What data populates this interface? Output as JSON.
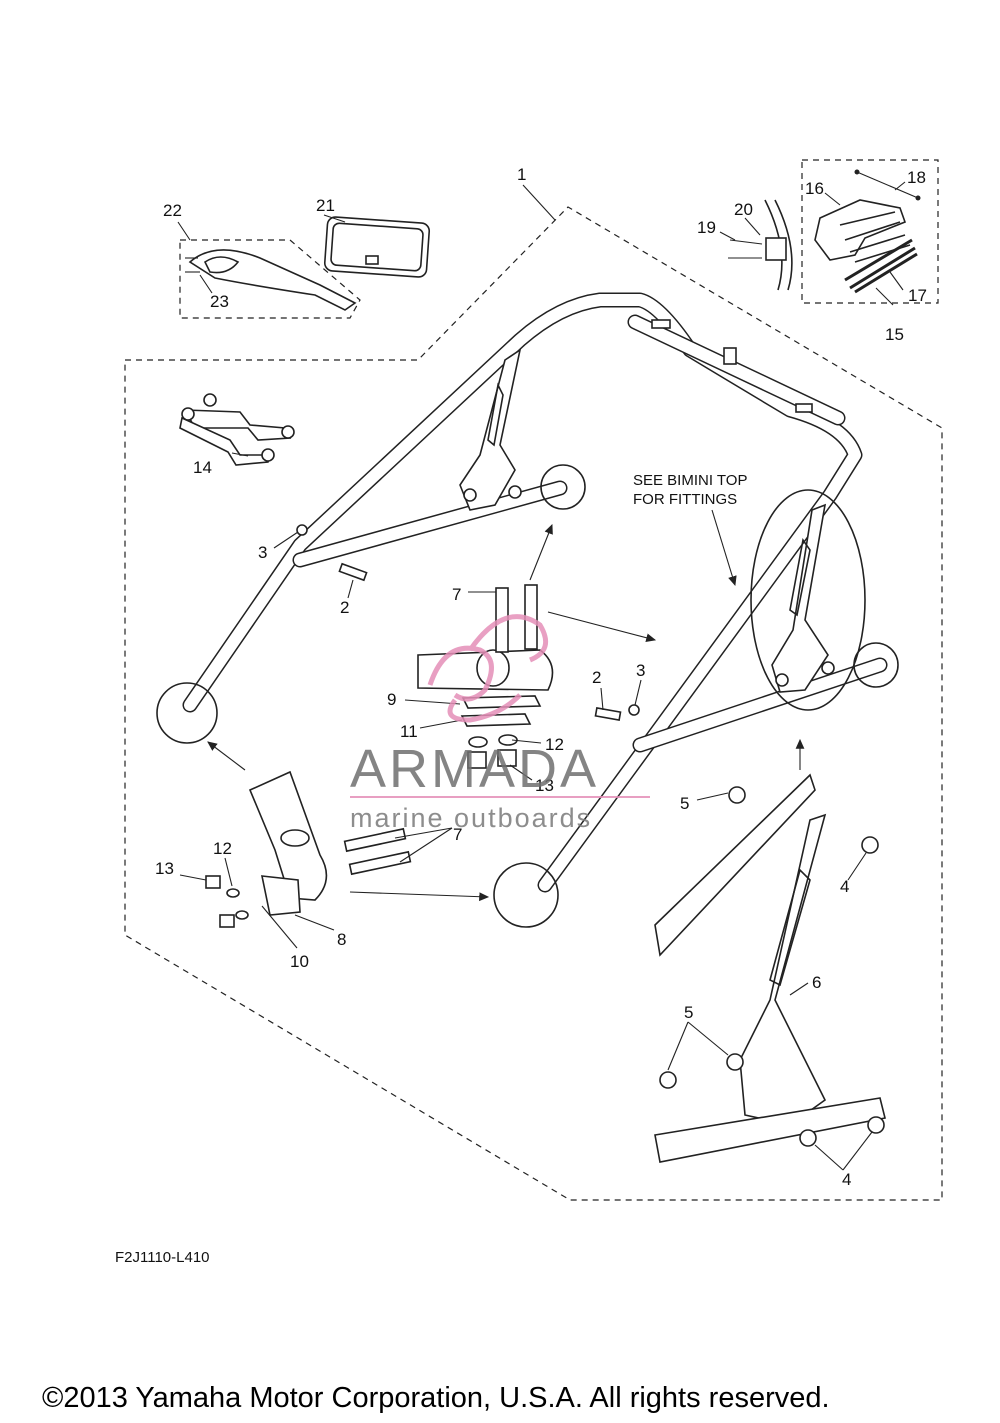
{
  "diagram": {
    "callouts": [
      "1",
      "2",
      "2",
      "3",
      "3",
      "4",
      "4",
      "5",
      "5",
      "6",
      "7",
      "7",
      "8",
      "9",
      "10",
      "11",
      "12",
      "12",
      "13",
      "13",
      "14",
      "15",
      "16",
      "17",
      "18",
      "19",
      "20",
      "21",
      "22",
      "23"
    ],
    "note_line1": "SEE BIMINI TOP",
    "note_line2": "FOR FITTINGS",
    "drawing_code": "F2J1110-L410",
    "copyright": "©2013 Yamaha Motor Corporation, U.S.A. All rights reserved."
  },
  "watermark": {
    "brand": "ARMADA",
    "tagline": "marine outboards",
    "accent_color": "#e58fb8",
    "text_color": "#6f6f6f"
  }
}
